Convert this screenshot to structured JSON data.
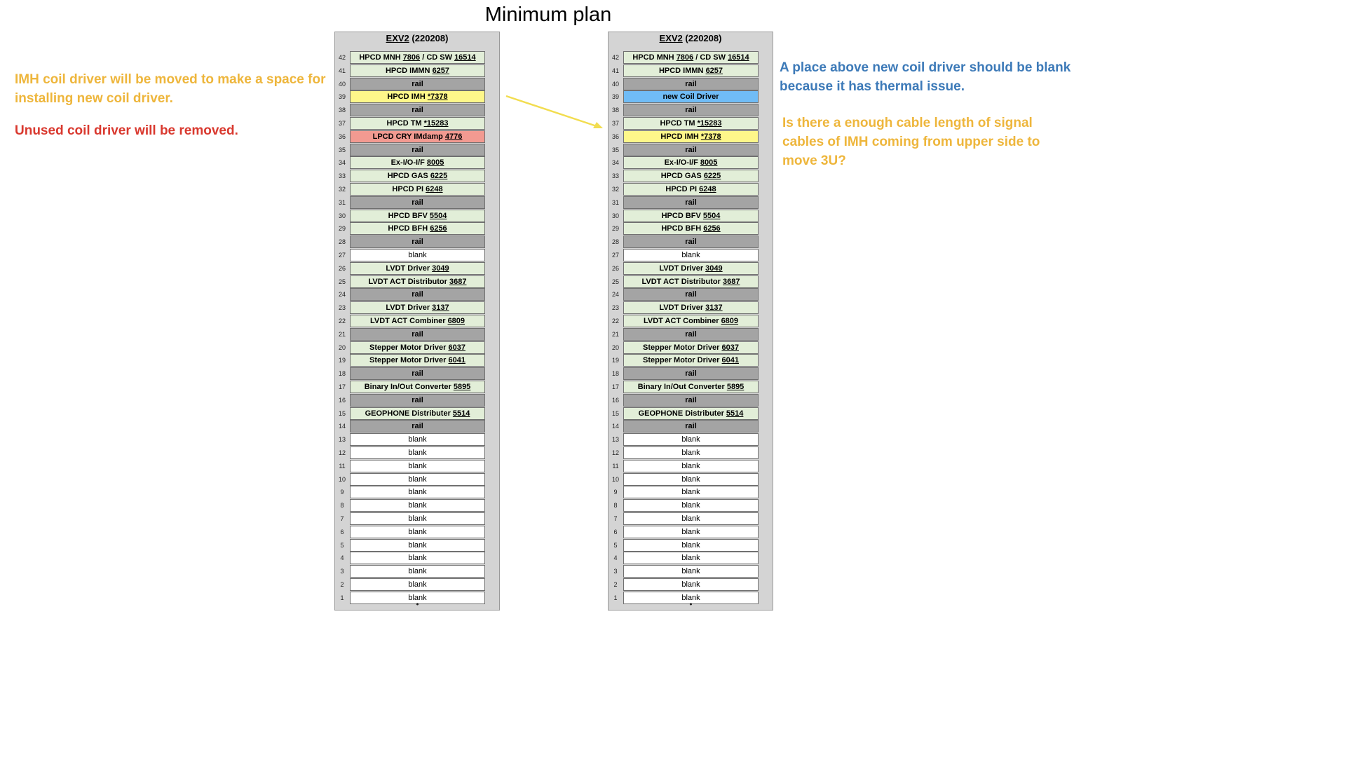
{
  "title": "Minimum plan",
  "notes": {
    "left_move": "IMH coil driver will be moved to make a space for installing new coil driver.",
    "left_remove": "Unused coil driver will be removed.",
    "right_thermal": "A place above new coil driver should be blank because it has thermal issue.",
    "right_cable": "Is there a enough cable length of signal cables of IMH coming from upper side to move 3U?"
  },
  "colors": {
    "module": "#e2eed8",
    "rail": "#a4a4a4",
    "blank": "#ffffff",
    "highlight_yellow": "#fef78a",
    "highlight_red": "#f29a91",
    "highlight_blue": "#70bcf6",
    "note_orange": "#eeb63c",
    "note_red": "#d9392f",
    "note_blue": "#3d7ab8",
    "arrow": "#f2dd50"
  },
  "racks": [
    {
      "name": "EXV2",
      "code": "(220208)",
      "slots": [
        {
          "u": "42",
          "label": "HPCD MNH ",
          "num": "7806",
          "mid": " / CD SW ",
          "num2": "16514",
          "kind": "module"
        },
        {
          "u": "41",
          "label": "HPCD IMMN ",
          "num": "6257",
          "kind": "module"
        },
        {
          "u": "40",
          "label": "rail",
          "kind": "rail"
        },
        {
          "u": "39",
          "label": "HPCD IMH ",
          "num": "*7378",
          "kind": "module",
          "color": "highlight_yellow"
        },
        {
          "u": "38",
          "label": "rail",
          "kind": "rail"
        },
        {
          "u": "37",
          "label": "HPCD TM ",
          "num": "*15283",
          "kind": "module"
        },
        {
          "u": "36",
          "label": "LPCD CRY IMdamp ",
          "num": "4776",
          "kind": "module",
          "color": "highlight_red"
        },
        {
          "u": "35",
          "label": "rail",
          "kind": "rail"
        },
        {
          "u": "34",
          "label": "Ex-I/O-I/F ",
          "num": "8005",
          "kind": "module"
        },
        {
          "u": "33",
          "label": "HPCD GAS ",
          "num": "6225",
          "kind": "module"
        },
        {
          "u": "32",
          "label": "HPCD PI ",
          "num": "6248",
          "kind": "module"
        },
        {
          "u": "31",
          "label": "rail",
          "kind": "rail"
        },
        {
          "u": "30",
          "label": "HPCD BFV ",
          "num": "5504",
          "kind": "module"
        },
        {
          "u": "29",
          "label": "HPCD BFH ",
          "num": "6256",
          "kind": "module"
        },
        {
          "u": "28",
          "label": "rail",
          "kind": "rail"
        },
        {
          "u": "27",
          "label": "blank",
          "kind": "blank"
        },
        {
          "u": "26",
          "label": "LVDT Driver ",
          "num": "3049",
          "kind": "module"
        },
        {
          "u": "25",
          "label": "LVDT ACT Distributor ",
          "num": "3687",
          "kind": "module"
        },
        {
          "u": "24",
          "label": "rail",
          "kind": "rail"
        },
        {
          "u": "23",
          "label": "LVDT Driver ",
          "num": "3137",
          "kind": "module"
        },
        {
          "u": "22",
          "label": "LVDT ACT Combiner ",
          "num": "6809",
          "kind": "module"
        },
        {
          "u": "21",
          "label": "rail",
          "kind": "rail"
        },
        {
          "u": "20",
          "label": "Stepper Motor Driver ",
          "num": "6037",
          "kind": "module"
        },
        {
          "u": "19",
          "label": "Stepper Motor Driver ",
          "num": "6041",
          "kind": "module"
        },
        {
          "u": "18",
          "label": "rail",
          "kind": "rail"
        },
        {
          "u": "17",
          "label": "Binary In/Out Converter ",
          "num": "5895",
          "kind": "module"
        },
        {
          "u": "16",
          "label": "rail",
          "kind": "rail"
        },
        {
          "u": "15",
          "label": "GEOPHONE Distributer ",
          "num": "5514",
          "kind": "module"
        },
        {
          "u": "14",
          "label": "rail",
          "kind": "rail"
        },
        {
          "u": "13",
          "label": "blank",
          "kind": "blank"
        },
        {
          "u": "12",
          "label": "blank",
          "kind": "blank"
        },
        {
          "u": "11",
          "label": "blank",
          "kind": "blank"
        },
        {
          "u": "10",
          "label": "blank",
          "kind": "blank"
        },
        {
          "u": "9",
          "label": "blank",
          "kind": "blank"
        },
        {
          "u": "8",
          "label": "blank",
          "kind": "blank"
        },
        {
          "u": "7",
          "label": "blank",
          "kind": "blank"
        },
        {
          "u": "6",
          "label": "blank",
          "kind": "blank"
        },
        {
          "u": "5",
          "label": "blank",
          "kind": "blank"
        },
        {
          "u": "4",
          "label": "blank",
          "kind": "blank"
        },
        {
          "u": "3",
          "label": "blank",
          "kind": "blank"
        },
        {
          "u": "2",
          "label": "blank",
          "kind": "blank"
        },
        {
          "u": "1",
          "label": "blank",
          "kind": "blank"
        }
      ]
    },
    {
      "name": "EXV2",
      "code": "(220208)",
      "slots": [
        {
          "u": "42",
          "label": "HPCD MNH ",
          "num": "7806",
          "mid": " / CD SW ",
          "num2": "16514",
          "kind": "module"
        },
        {
          "u": "41",
          "label": "HPCD IMMN ",
          "num": "6257",
          "kind": "module"
        },
        {
          "u": "40",
          "label": "rail",
          "kind": "rail"
        },
        {
          "u": "39",
          "label": "new Coil Driver",
          "kind": "module",
          "color": "highlight_blue"
        },
        {
          "u": "38",
          "label": "rail",
          "kind": "rail"
        },
        {
          "u": "37",
          "label": "HPCD TM ",
          "num": "*15283",
          "kind": "module"
        },
        {
          "u": "36",
          "label": "HPCD IMH ",
          "num": "*7378",
          "kind": "module",
          "color": "highlight_yellow"
        },
        {
          "u": "35",
          "label": "rail",
          "kind": "rail"
        },
        {
          "u": "34",
          "label": "Ex-I/O-I/F ",
          "num": "8005",
          "kind": "module"
        },
        {
          "u": "33",
          "label": "HPCD GAS ",
          "num": "6225",
          "kind": "module"
        },
        {
          "u": "32",
          "label": "HPCD PI ",
          "num": "6248",
          "kind": "module"
        },
        {
          "u": "31",
          "label": "rail",
          "kind": "rail"
        },
        {
          "u": "30",
          "label": "HPCD BFV ",
          "num": "5504",
          "kind": "module"
        },
        {
          "u": "29",
          "label": "HPCD BFH ",
          "num": "6256",
          "kind": "module"
        },
        {
          "u": "28",
          "label": "rail",
          "kind": "rail"
        },
        {
          "u": "27",
          "label": "blank",
          "kind": "blank"
        },
        {
          "u": "26",
          "label": "LVDT Driver ",
          "num": "3049",
          "kind": "module"
        },
        {
          "u": "25",
          "label": "LVDT ACT Distributor ",
          "num": "3687",
          "kind": "module"
        },
        {
          "u": "24",
          "label": "rail",
          "kind": "rail"
        },
        {
          "u": "23",
          "label": "LVDT Driver ",
          "num": "3137",
          "kind": "module"
        },
        {
          "u": "22",
          "label": "LVDT ACT Combiner ",
          "num": "6809",
          "kind": "module"
        },
        {
          "u": "21",
          "label": "rail",
          "kind": "rail"
        },
        {
          "u": "20",
          "label": "Stepper Motor Driver ",
          "num": "6037",
          "kind": "module"
        },
        {
          "u": "19",
          "label": "Stepper Motor Driver ",
          "num": "6041",
          "kind": "module"
        },
        {
          "u": "18",
          "label": "rail",
          "kind": "rail"
        },
        {
          "u": "17",
          "label": "Binary In/Out Converter ",
          "num": "5895",
          "kind": "module"
        },
        {
          "u": "16",
          "label": "rail",
          "kind": "rail"
        },
        {
          "u": "15",
          "label": "GEOPHONE Distributer ",
          "num": "5514",
          "kind": "module"
        },
        {
          "u": "14",
          "label": "rail",
          "kind": "rail"
        },
        {
          "u": "13",
          "label": "blank",
          "kind": "blank"
        },
        {
          "u": "12",
          "label": "blank",
          "kind": "blank"
        },
        {
          "u": "11",
          "label": "blank",
          "kind": "blank"
        },
        {
          "u": "10",
          "label": "blank",
          "kind": "blank"
        },
        {
          "u": "9",
          "label": "blank",
          "kind": "blank"
        },
        {
          "u": "8",
          "label": "blank",
          "kind": "blank"
        },
        {
          "u": "7",
          "label": "blank",
          "kind": "blank"
        },
        {
          "u": "6",
          "label": "blank",
          "kind": "blank"
        },
        {
          "u": "5",
          "label": "blank",
          "kind": "blank"
        },
        {
          "u": "4",
          "label": "blank",
          "kind": "blank"
        },
        {
          "u": "3",
          "label": "blank",
          "kind": "blank"
        },
        {
          "u": "2",
          "label": "blank",
          "kind": "blank"
        },
        {
          "u": "1",
          "label": "blank",
          "kind": "blank"
        }
      ]
    }
  ]
}
